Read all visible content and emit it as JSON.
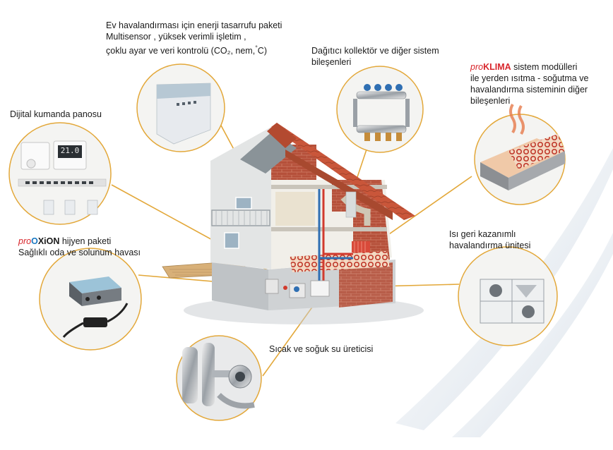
{
  "labels": {
    "ventilation": {
      "line1": "Ev havalandırması için enerji tasarrufu paketi",
      "line2": "Multisensor , yüksek verimli işletim ,",
      "line3a": "çoklu ayar ve veri kontrolü  (CO₂, nem,",
      "degree": "°",
      "line3b": "C)"
    },
    "manifold": {
      "line1": "Dağıtıcı kollektör ve diğer sistem",
      "line2": "bileşenleri"
    },
    "proklima": {
      "brand_pro": "pro",
      "brand_main": "KLIMA",
      "line1_rest": " sistem modülleri",
      "line2": "ile yerden ısıtma - soğutma ve",
      "line3": "havalandırma sisteminin diğer",
      "line4": "bileşenleri"
    },
    "control_panel": {
      "line1": "Dijital kumanda panosu",
      "display": "21.0"
    },
    "proxion": {
      "brand_pro": "pro",
      "brand_o": "O",
      "brand_rest": "XiON",
      "line1_rest": "  hijyen paketi",
      "line2": "Sağlıklı oda ve solunum havası"
    },
    "heat_recovery": {
      "line1": "Isı geri kazanımlı",
      "line2": "havalandırma ünitesi"
    },
    "water_generator": {
      "line1": "Sıcak ve soğuk su üreticisi"
    }
  },
  "colors": {
    "circle_border": "#e3a83a",
    "leader_line": "#e3a83a",
    "roof": "#c9563a",
    "brick": "#b5503a",
    "wall": "#d9dcdc",
    "brand_red": "#d8262c",
    "brand_blue": "#1a78c2"
  }
}
